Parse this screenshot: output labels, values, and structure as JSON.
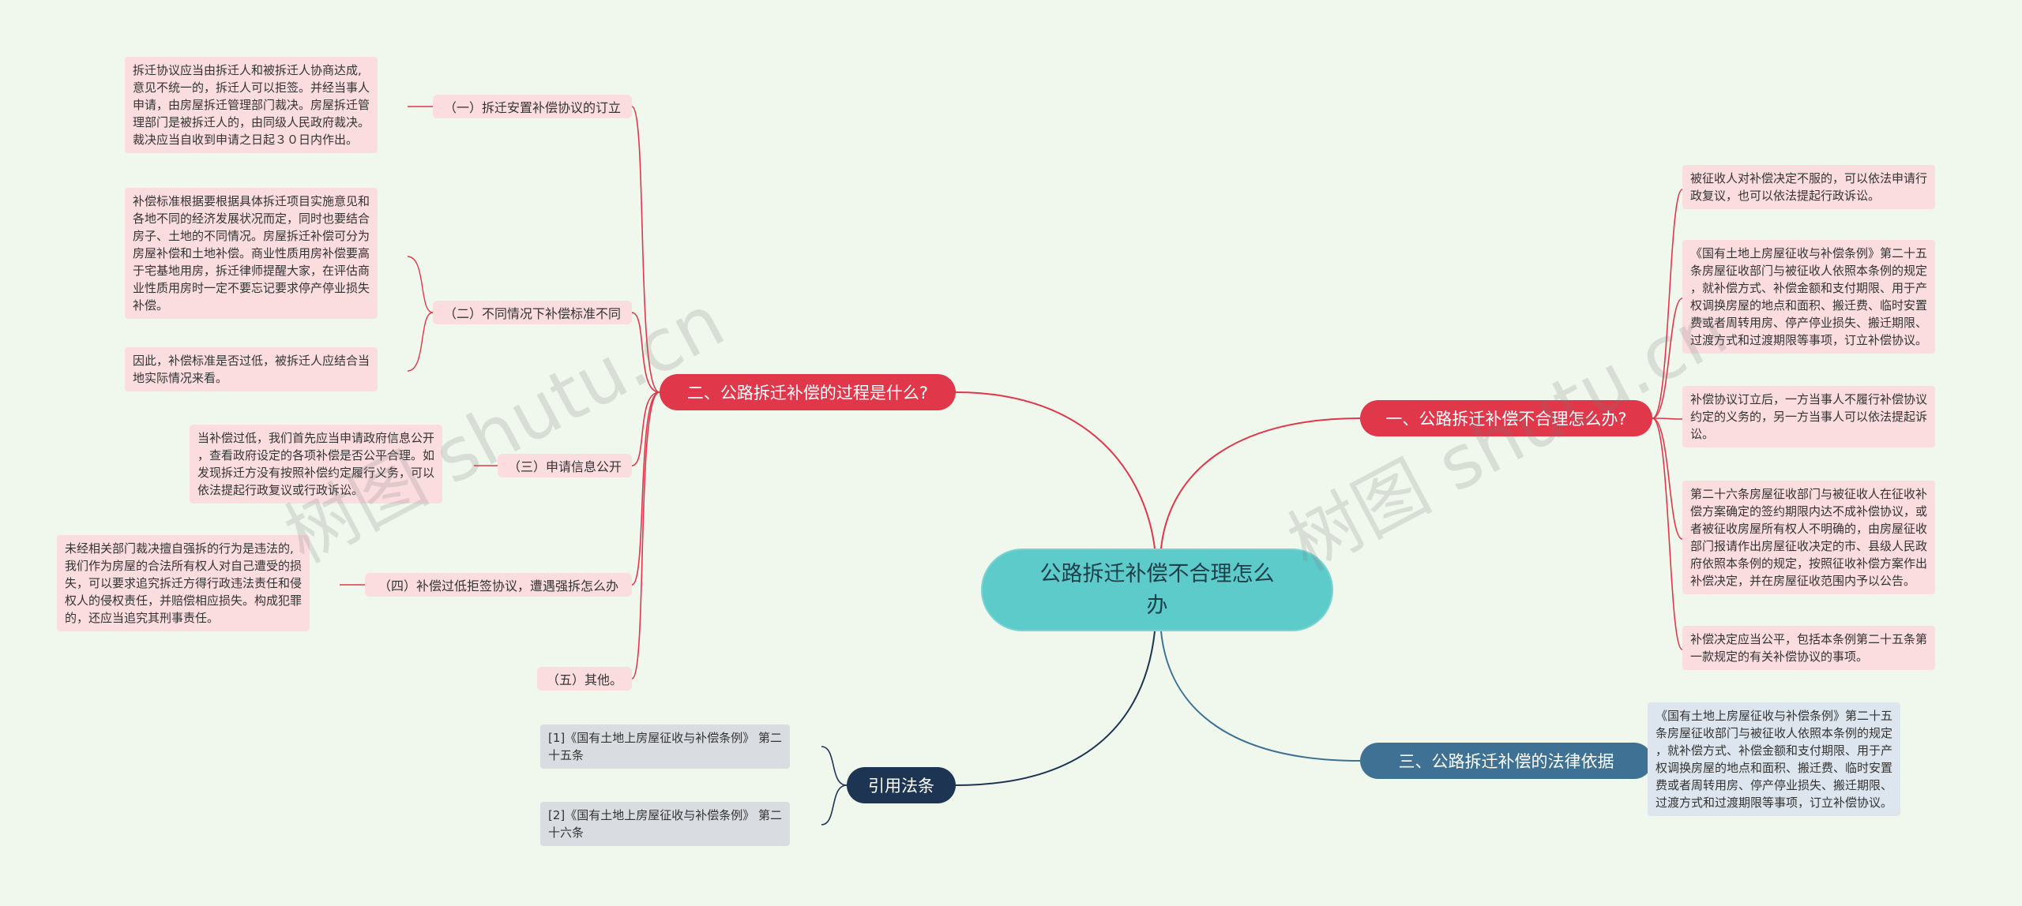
{
  "root": {
    "lines": [
      "公路拆迁补偿不合理怎么",
      "办"
    ]
  },
  "branches": {
    "b1": {
      "label": "一、公路拆迁补偿不合理怎么办?"
    },
    "b2": {
      "label": "二、公路拆迁补偿的过程是什么?"
    },
    "b3": {
      "label": "三、公路拆迁补偿的法律依据"
    },
    "b4": {
      "label": "引用法条"
    }
  },
  "b1_leaves": {
    "l1": [
      "被征收人对补偿决定不服的，可以依法申请行",
      "政复议，也可以依法提起行政诉讼。"
    ],
    "l2": [
      "《国有土地上房屋征收与补偿条例》第二十五",
      "条房屋征收部门与被征收人依照本条例的规定",
      "，就补偿方式、补偿金额和支付期限、用于产",
      "权调换房屋的地点和面积、搬迁费、临时安置",
      "费或者周转用房、停产停业损失、搬迁期限、",
      "过渡方式和过渡期限等事项，订立补偿协议。"
    ],
    "l3": [
      "补偿协议订立后，一方当事人不履行补偿协议",
      "约定的义务的，另一方当事人可以依法提起诉",
      "讼。"
    ],
    "l4": [
      "第二十六条房屋征收部门与被征收人在征收补",
      "偿方案确定的签约期限内达不成补偿协议，或",
      "者被征收房屋所有权人不明确的，由房屋征收",
      "部门报请作出房屋征收决定的市、县级人民政",
      "府依照本条例的规定，按照征收补偿方案作出",
      "补偿决定，并在房屋征收范围内予以公告。"
    ],
    "l5": [
      "补偿决定应当公平，包括本条例第二十五条第",
      "一款规定的有关补偿协议的事项。"
    ]
  },
  "b2_subs": {
    "s1": {
      "label": "（一）拆迁安置补偿协议的订立"
    },
    "s2": {
      "label": "（二）不同情况下补偿标准不同"
    },
    "s3": {
      "label": "（三）申请信息公开"
    },
    "s4": {
      "label": "（四）补偿过低拒签协议，遭遇强拆怎么办"
    },
    "s5": {
      "label": "（五）其他。"
    }
  },
  "b2_leaves": {
    "l1": [
      "拆迁协议应当由拆迁人和被拆迁人协商达成,",
      "意见不统一的，拆迁人可以拒签。并经当事人",
      "申请，由房屋拆迁管理部门裁决。房屋拆迁管",
      "理部门是被拆迁人的，由同级人民政府裁决。",
      "裁决应当自收到申请之日起３０日内作出。"
    ],
    "l2": [
      "补偿标准根据要根据具体拆迁项目实施意见和",
      "各地不同的经济发展状况而定，同时也要结合",
      "房子、土地的不同情况。房屋拆迁补偿可分为",
      "房屋补偿和土地补偿。商业性质用房补偿要高",
      "于宅基地用房，拆迁律师提醒大家，在评估商",
      "业性质用房时一定不要忘记要求停产停业损失",
      "补偿。"
    ],
    "l3": [
      "因此，补偿标准是否过低，被拆迁人应结合当",
      "地实际情况来看。"
    ],
    "l4": [
      "当补偿过低，我们首先应当申请政府信息公开",
      "，查看政府设定的各项补偿是否公平合理。如",
      "发现拆迁方没有按照补偿约定履行义务，可以",
      "依法提起行政复议或行政诉讼。"
    ],
    "l5": [
      "未经相关部门裁决擅自强拆的行为是违法的,",
      "我们作为房屋的合法所有权人对自己遭受的损",
      "失，可以要求追究拆迁方得行政违法责任和侵",
      "权人的侵权责任，并赔偿相应损失。构成犯罪",
      "的，还应当追究其刑事责任。"
    ]
  },
  "b3_leaves": {
    "l1": [
      "《国有土地上房屋征收与补偿条例》第二十五",
      "条房屋征收部门与被征收人依照本条例的规定",
      "，就补偿方式、补偿金额和支付期限、用于产",
      "权调换房屋的地点和面积、搬迁费、临时安置",
      "费或者周转用房、停产停业损失、搬迁期限、",
      "过渡方式和过渡期限等事项，订立补偿协议。"
    ]
  },
  "b4_leaves": {
    "l1": [
      "[1]《国有土地上房屋征收与补偿条例》 第二",
      "十五条"
    ],
    "l2": [
      "[2]《国有土地上房屋征收与补偿条例》 第二",
      "十六条"
    ]
  },
  "watermark": "树图 shutu.cn",
  "colors": {
    "red": "#e0374a",
    "blue": "#3e7193",
    "navy": "#1d3453",
    "teal": "#5ecbcb"
  }
}
